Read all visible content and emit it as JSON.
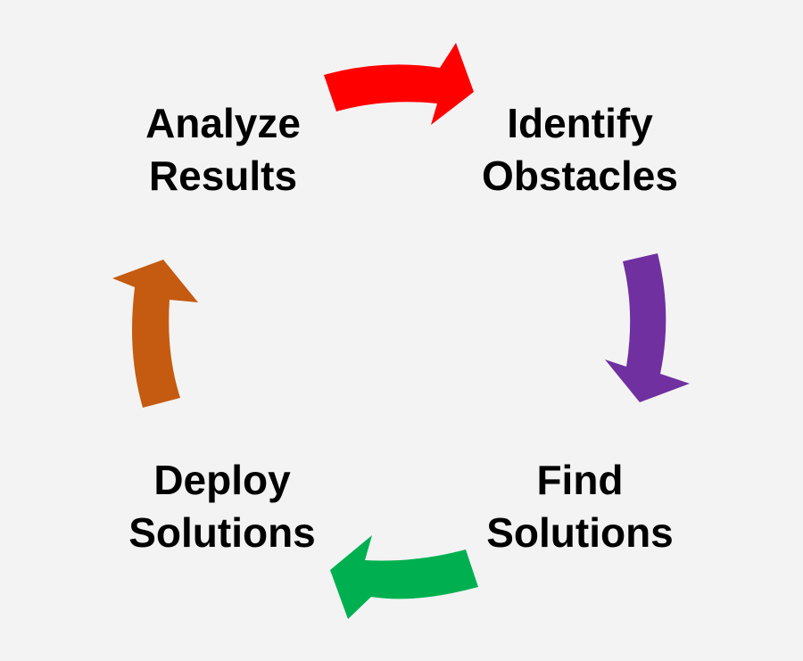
{
  "cycle": {
    "steps": [
      {
        "line1": "Analyze",
        "line2": "Results"
      },
      {
        "line1": "Identify",
        "line2": "Obstacles"
      },
      {
        "line1": "Find",
        "line2": "Solutions"
      },
      {
        "line1": "Deploy",
        "line2": "Solutions"
      }
    ],
    "arrows": [
      {
        "from": "Analyze Results",
        "to": "Identify Obstacles",
        "color": "#ff0000",
        "direction": "right"
      },
      {
        "from": "Identify Obstacles",
        "to": "Find Solutions",
        "color": "#7030a0",
        "direction": "down"
      },
      {
        "from": "Find Solutions",
        "to": "Deploy Solutions",
        "color": "#00b050",
        "direction": "left"
      },
      {
        "from": "Deploy Solutions",
        "to": "Analyze Results",
        "color": "#c55a11",
        "direction": "up"
      }
    ]
  }
}
